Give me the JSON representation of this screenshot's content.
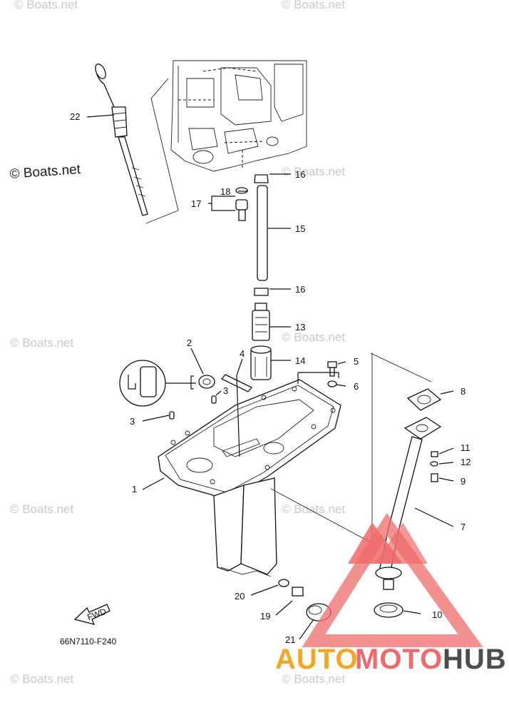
{
  "watermarks": {
    "site": "© Boats.net",
    "main": "© Boats.net"
  },
  "drawing_code": "66N7110-F240",
  "fwd_label": "FWD",
  "brand": {
    "part1": "AUTO",
    "part2": "MOTO",
    "part3": "HUB",
    "color_orange": "#f5a623",
    "color_red": "#ef6b6b",
    "color_gray": "#4d4d4d"
  },
  "callouts": {
    "c1": "1",
    "c2": "2",
    "c3a": "3",
    "c3b": "3",
    "c4": "4",
    "c5": "5",
    "c6": "6",
    "c7": "7",
    "c8": "8",
    "c9": "9",
    "c10": "10",
    "c11": "11",
    "c12": "12",
    "c13": "13",
    "c14": "14",
    "c15": "15",
    "c16a": "16",
    "c16b": "16",
    "c17": "17",
    "c18": "18",
    "c19": "19",
    "c20": "20",
    "c21": "21",
    "c22": "22"
  }
}
